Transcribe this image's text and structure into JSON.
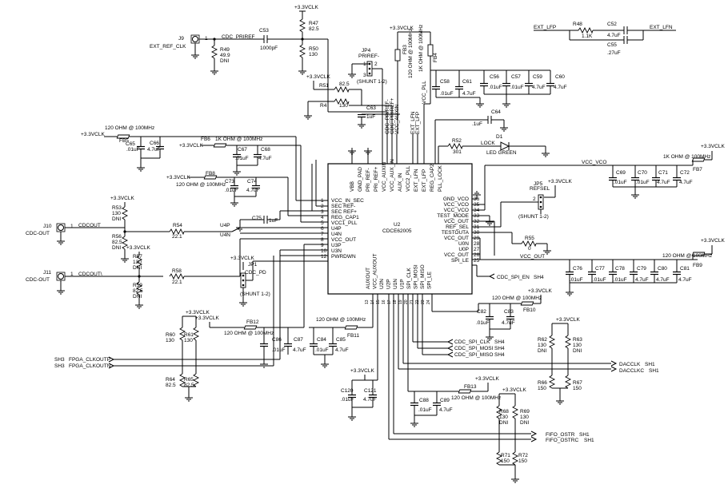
{
  "chip": {
    "ref": "U2",
    "part": "CDCE62005",
    "left_pins": [
      {
        "name": "VCC_IN_SEC",
        "num": "1"
      },
      {
        "name": "SEC REF-",
        "num": "2"
      },
      {
        "name": "SEC REF+",
        "num": "3"
      },
      {
        "name": "REG_CAP1",
        "num": "4"
      },
      {
        "name": "VCC1_PLL",
        "num": "5"
      },
      {
        "name": "U4P",
        "num": "6"
      },
      {
        "name": "U4N",
        "num": "7"
      },
      {
        "name": "VCC_OUT",
        "num": "8"
      },
      {
        "name": "U3P",
        "num": "9"
      },
      {
        "name": "U3N",
        "num": "10"
      },
      {
        "name": "PWRDWN",
        "num": "12"
      }
    ],
    "right_pins": [
      {
        "name": "GND_VCO",
        "num": "36"
      },
      {
        "name": "VCC_VCO",
        "num": "35"
      },
      {
        "name": "VCC_VCO",
        "num": "34"
      },
      {
        "name": "TEST_MODE",
        "num": "33"
      },
      {
        "name": "VCC_OUT",
        "num": "32"
      },
      {
        "name": "REF_SEL",
        "num": "31"
      },
      {
        "name": "TESTOUTA",
        "num": "30"
      },
      {
        "name": "VCC_OUT",
        "num": "29"
      },
      {
        "name": "U0N",
        "num": "28"
      },
      {
        "name": "U0P",
        "num": "27"
      },
      {
        "name": "VCC_OUT",
        "num": "26"
      },
      {
        "name": "SPI_LE",
        "num": "25"
      }
    ],
    "top_pins": [
      "VBB",
      "GND_PAD",
      "PRI_REF-",
      "PRI_REF+",
      "VCC_AUXIN",
      "VCC_AUX_IN",
      "AUX_IN",
      "VCC2_PLL",
      "EXT_LFN",
      "EXT_LFP",
      "REG_CAP2",
      "PLL_LOCK"
    ],
    "bottom_pins": [
      "AUXOUT",
      "VCC_AUXOUT",
      "U2N",
      "U2P",
      "U1N",
      "U1P",
      "SPI_CLK",
      "SPI_MOSI",
      "SPI_MISO",
      "SPI_LE"
    ],
    "bottom_pin_nums": [
      "13",
      "14",
      "15",
      "16",
      "17",
      "18",
      "19",
      "20",
      "21",
      "22",
      "23",
      "24"
    ]
  },
  "top_nets": [
    "CDC_PRIREF-",
    "CDC_PRIREF+",
    "VCC_AUXIN",
    "EXT_LFN",
    "EXT_LFP",
    "VCC_PLL"
  ],
  "labels": {
    "vclk": "+3.3VCLK",
    "r47": "R47",
    "r47v": "82.5",
    "r50": "R50",
    "r50v": "130",
    "r49": "R49",
    "r49v1": "49.9",
    "r49v2": "DNI",
    "j9": "J9",
    "ext_ref_clk": "EXT_REF_CLK",
    "j9pin": "1",
    "cdc_priref": "CDC_PRIREF",
    "c53": "C53",
    "c53v": "1000pF",
    "jp4": "JP4",
    "priref": "PRIREF-",
    "shunt12": "(SHUNT 1-2)",
    "jp_n1": "1",
    "jp_n2": "2",
    "jp_n3": "3",
    "r51": "R51",
    "r51v": "82.5",
    "r4": "R4",
    "r4v": "130",
    "c63": "C63",
    "c63v": "1uF",
    "fb3": "FB3",
    "fb3v": "120 OHM @ 100MHz",
    "fb4": "FB4",
    "fb4v": "1K OHM @ 100MHz",
    "ext_lfp": "EXT_LFP",
    "ext_lfn": "EXT_LFN",
    "r48": "R48",
    "r48v": "1.1K",
    "c52": "C52",
    "c52v": "4.7uF",
    "c55": "C55",
    "c55v": ".27uF",
    "c56": "C56",
    "c56v": ".01uF",
    "c57": "C57",
    "c57v": ".01uF",
    "c59": "C59",
    "c59v": "4.7uF",
    "c60": "C60",
    "c60v": "4.7uF",
    "c58": "C58",
    "c58v": ".01uF",
    "c61": "C61",
    "c61v": "4.7uF",
    "c64": "C64",
    "c64v": ".1uF",
    "r52": "R52",
    "r52v": "301",
    "d1": "D1",
    "lock": "LOCK",
    "led": "LED GREEN",
    "fb5": "FB5",
    "fb5v": "120 OHM @ 100MHz",
    "c65": "C65",
    "c65v": ".01uF",
    "c66": "C66",
    "c66v": "4.7uF",
    "fb6": "FB6",
    "fb6v": "1K OHM @ 100MHz",
    "c67": "C67",
    "c67v": ".01uF",
    "c68": "C68",
    "c68v": "4.7uF",
    "fb8": "FB8",
    "fb8v": "120 OHM @ 100MHz",
    "c73": "C73",
    "c73v": ".01uF",
    "c74": "C74",
    "c74v": "4.7uF",
    "c75": "C75",
    "c75v": "1uF",
    "vcc_vco": "VCC_VCO",
    "fb7": "FB7",
    "fb7v": "1K OHM @ 100MHz",
    "c69": "C69",
    "c69v": ".01uF",
    "c70": "C70",
    "c70v": ".01uF",
    "c71": "C71",
    "c71v": "4.7uF",
    "c72": "C72",
    "c72v": "4.7uF",
    "jp5": "JP5",
    "refsel": "REFSEL",
    "r55": "R55",
    "r55v": "0",
    "vcc_out": "VCC_OUT",
    "fb9": "FB9",
    "fb9v": "120 OHM @ 100MHz",
    "c76": "C76",
    "c76v": ".01uF",
    "c77": "C77",
    "c77v": ".01uF",
    "c78": "C78",
    "c78v": ".01uF",
    "c79": "C79",
    "c79v": "4.7uF",
    "c80": "C80",
    "c80v": "4.7uF",
    "c81": "C81",
    "c81v": "4.7uF",
    "cdc_spi_en": "CDC_SPI_EN",
    "sh4": "SH4",
    "r53": "R53",
    "r53v1": "130",
    "r53v2": "DNI",
    "j10": "J10",
    "cdc_out": "CDC-OUT",
    "cdcout": "CDCOUT",
    "r54": "R54",
    "r54v": "22.1",
    "r56": "R56",
    "r56v1": "82.5",
    "r56v2": "DNI",
    "u4p": "U4P",
    "u4n": "U4N",
    "r57": "R57",
    "r57v1": "130",
    "r57v2": "DNI",
    "j11": "J11",
    "cdcoutb": "CDCOUT\\",
    "r58": "R58",
    "r58v": "22.1",
    "r59": "R59",
    "r59v1": "82.5",
    "r59v2": "DNI",
    "jp1": "JP1",
    "cdc_pd": "CDC_PD",
    "r60": "R60",
    "r60v": "130",
    "r61": "R61",
    "r61v": "130",
    "r64": "R64",
    "r64v": "82.5",
    "r65": "R65",
    "r65v": "82.5",
    "sh3": "SH3",
    "fpga_clkoutp": "FPGA_CLKOUTP",
    "fpga_clkoutn": "FPGA_CLKOUTN",
    "fb12": "FB12",
    "fb12v": "120 OHM @ 100MHz",
    "c86": "C86",
    "c86v": ".01uF",
    "c87": "C87",
    "c87v": "4.7uF",
    "fb11": "FB11",
    "fb11v": "120 OHM @ 100MHz",
    "c84": "C84",
    "c84v": ".01uF",
    "c85": "C85",
    "c85v": "4.7uF",
    "c120": "C120",
    "c120v": ".01uF",
    "c121": "C121",
    "c121v": "4.7uF",
    "fb10": "FB10",
    "fb10v": "120 OHM @ 100MHz",
    "c82": "C82",
    "c82v": ".01uF",
    "c83": "C83",
    "c83v": "4.7uF",
    "cdc_spi_clk": "CDC_SPI_CLK",
    "cdc_spi_mosi": "CDC_SPI_MOSI",
    "cdc_spi_miso": "CDC_SPI_MISO",
    "fb13": "FB13",
    "fb13v": "120 OHM @ 100MHz",
    "c88": "C88",
    "c88v": ".01uF",
    "c89": "C89",
    "c89v": "4.7uF",
    "r62": "R62",
    "r62v1": "130",
    "r62v2": "DNI",
    "r63": "R63",
    "r63v1": "130",
    "r63v2": "DNI",
    "r66": "R66",
    "r66v": "150",
    "r67": "R67",
    "r67v": "150",
    "dacclk": "DACCLK",
    "dacclkc": "DACCLKC",
    "sh1": "SH1",
    "r68": "R68",
    "r68v1": "130",
    "r68v2": "DNI",
    "r69": "R69",
    "r69v1": "130",
    "r69v2": "DNI",
    "r71": "R71",
    "r71v": "150",
    "r72": "R72",
    "r72v": "150",
    "fifo_ostr": "FIFO_OSTR",
    "fifo_ostrc": "FIFO_OSTRC"
  }
}
